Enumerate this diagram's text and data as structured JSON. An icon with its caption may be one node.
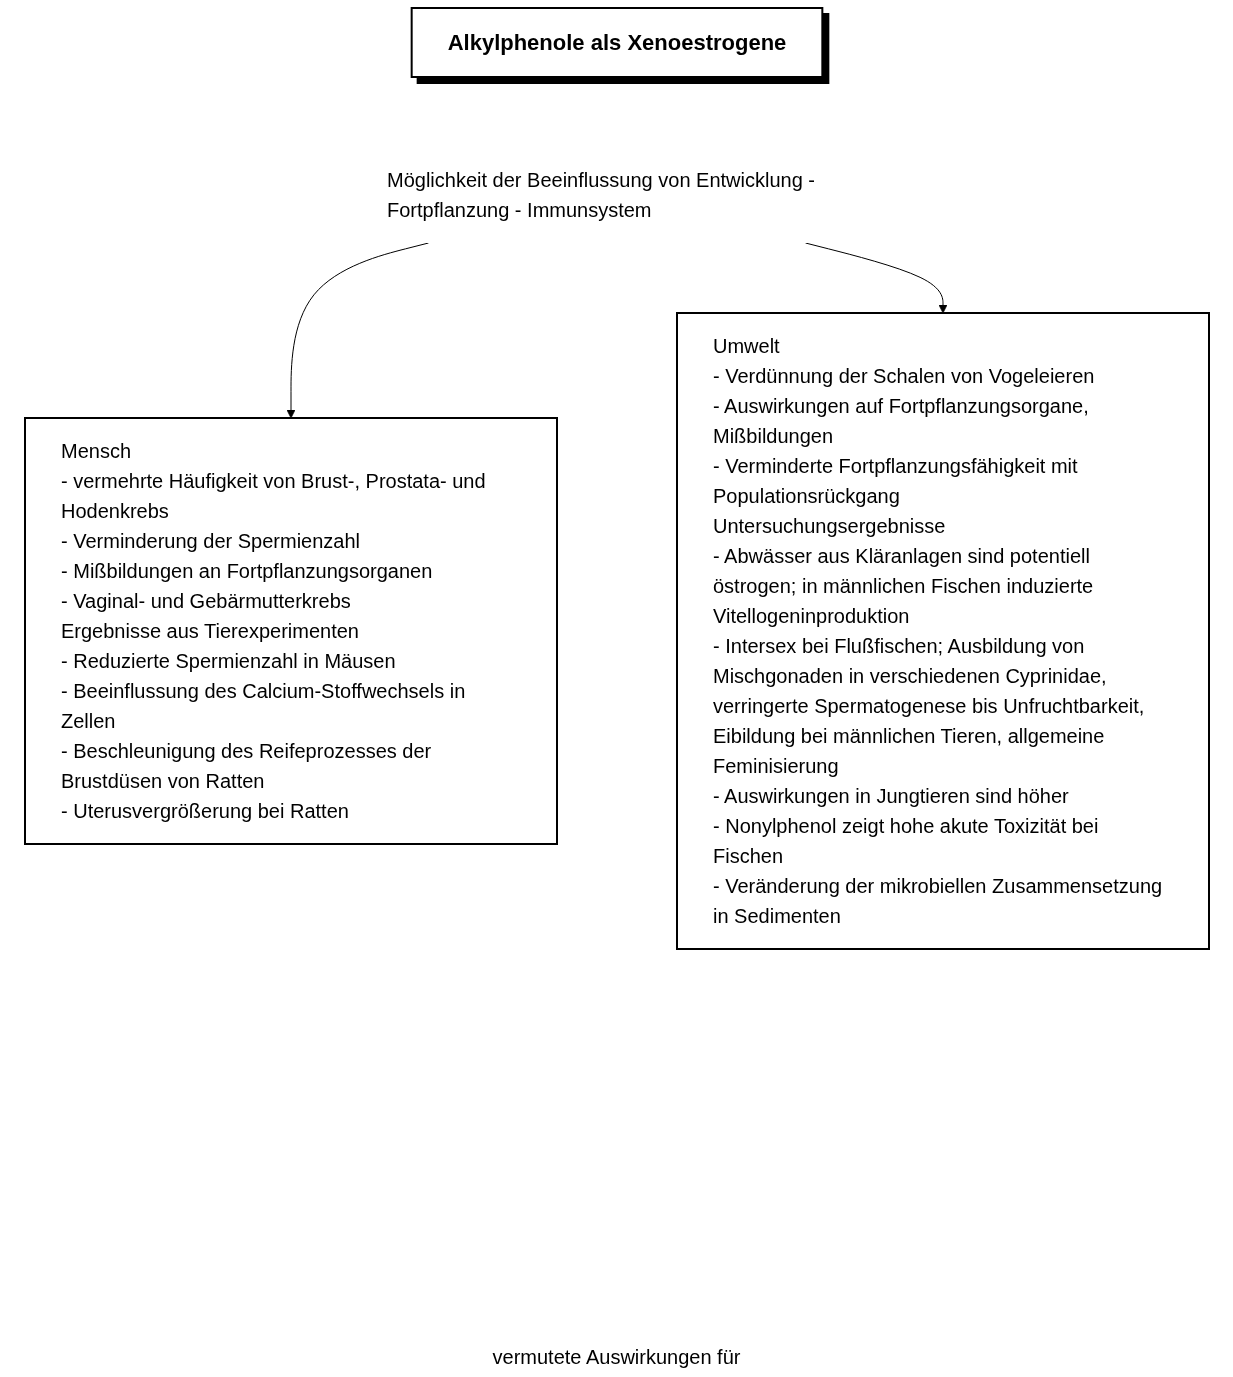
{
  "diagram": {
    "nodes": [
      {
        "text": [
          "Alkylphenole als Xenoestrogene"
        ]
      },
      {
        "text": [
          "Möglichkeit der Beeinflussung von Entwicklung - Fortpflanzung - Immunsystem"
        ]
      },
      {
        "text": [
          "Mensch",
          "- vermehrte Häufigkeit von Brust-, Prostata- und Hodenkrebs",
          "- Verminderung der Spermienzahl",
          "- Mißbildungen an Fortpflanzungsorganen",
          "- Vaginal- und Gebärmutterkrebs",
          "Ergebnisse aus Tierexperimenten",
          "- Reduzierte Spermienzahl in Mäusen",
          "- Beeinflussung des Calcium-Stoffwechsels in Zellen",
          "- Beschleunigung des Reifeprozesses der Brustdüsen von Ratten",
          "- Uterusvergrößerung bei Ratten"
        ]
      },
      {
        "text": [
          "Umwelt",
          "- Verdünnung der Schalen von Vogeleieren",
          "- Auswirkungen auf Fortpflanzungsorgane, Mißbildungen",
          "- Verminderte Fortpflanzungsfähigkeit mit Populationsrückgang",
          "Untersuchungsergebnisse",
          "- Abwässer aus Kläranlagen sind potentiell östrogen; in männlichen Fischen induzierte Vitellogeninproduktion",
          "- Intersex bei Flußfischen; Ausbildung von Mischgonaden in verschiedenen Cyprinidae, verringerte Spermatogenese bis Unfruchtbarkeit, Eibildung bei männlichen Tieren, allgemeine Feminisierung",
          "- Auswirkungen in Jungtieren sind höher",
          "- Nonylphenol zeigt hohe akute Toxizität bei Fischen",
          "- Veränderung der mikrobiellen Zusammensetzung in Sedimenten"
        ]
      }
    ],
    "edges": [
      {
        "from": 1,
        "to": 2,
        "arrow": "to"
      },
      {
        "from": 1,
        "to": 3,
        "arrow": "to"
      }
    ],
    "labels": [
      "vermutete Auswirkungen für"
    ]
  }
}
